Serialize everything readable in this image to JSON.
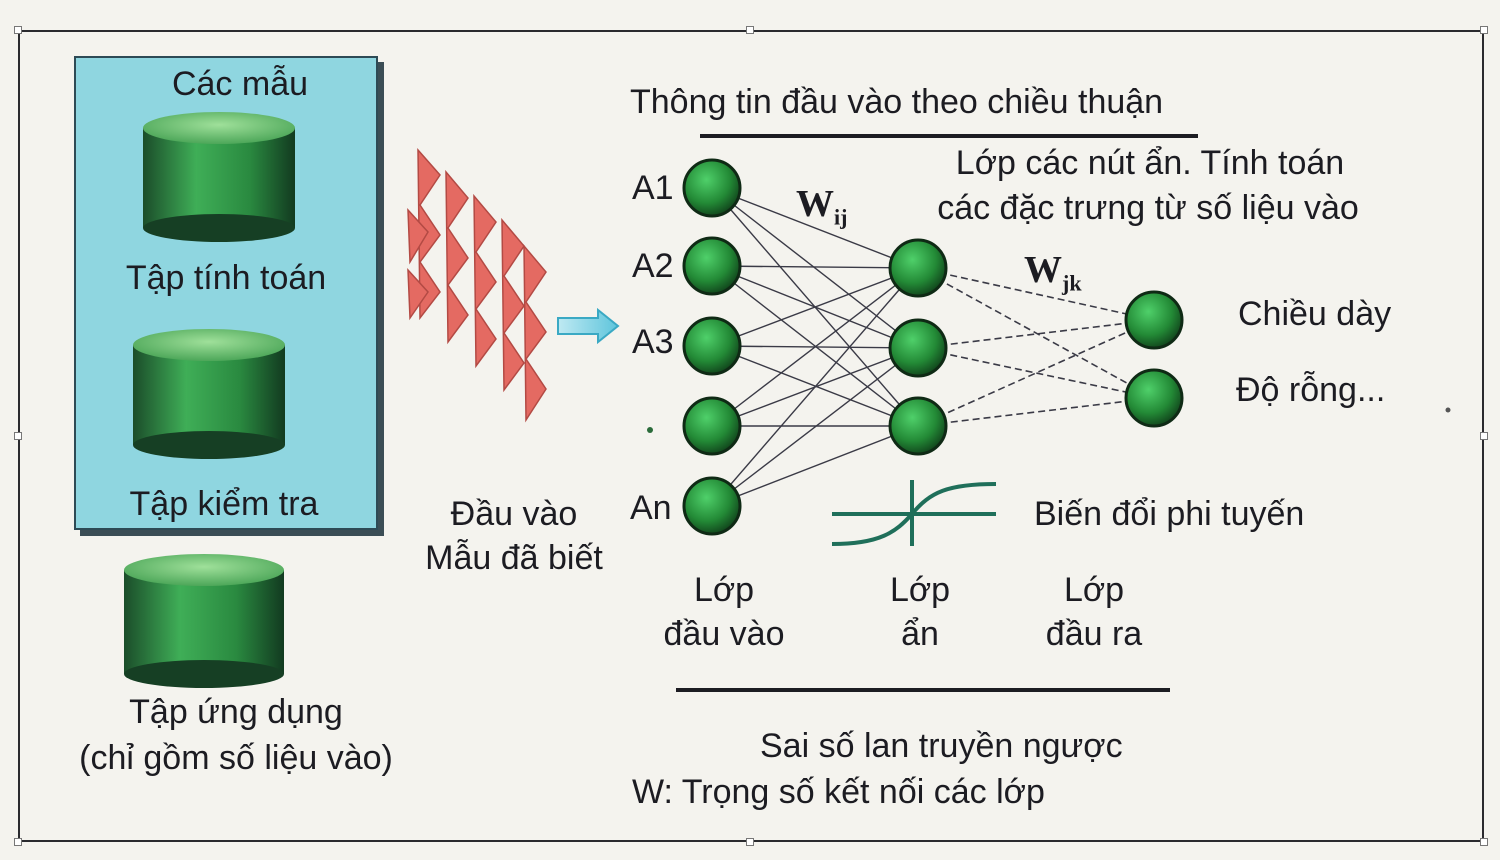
{
  "samples": {
    "title": "Các mẫu",
    "training_set": "Tập tính toán",
    "test_set": "Tập kiểm tra",
    "application_set_line1": "Tập ứng dụng",
    "application_set_line2": "(chỉ gồm số liệu vào)"
  },
  "input_caption": {
    "line1": "Đầu vào",
    "line2": "Mẫu đã biết"
  },
  "forward_label": "Thông tin đầu vào theo chiều thuận",
  "hidden_desc": {
    "line1": "Lớp các nút ẩn. Tính toán",
    "line2": "các đặc trưng từ số liệu vào"
  },
  "input_nodes": [
    "A1",
    "A2",
    "A3",
    "",
    "An"
  ],
  "output_labels": [
    "Chiều dày",
    "Độ rỗng..."
  ],
  "weights": {
    "wij_main": "W",
    "wij_sub": "ij",
    "wjk_main": "W",
    "wjk_sub": "jk"
  },
  "nonlinear_label": "Biến đổi phi tuyến",
  "layers": {
    "input_line1": "Lớp",
    "input_line2": "đầu vào",
    "hidden_line1": "Lớp",
    "hidden_line2": "ẩn",
    "output_line1": "Lớp",
    "output_line2": "đầu ra"
  },
  "backprop_label": "Sai số lan truyền ngược",
  "weight_note": "W: Trọng số kết nối các lớp",
  "colors": {
    "panel": "#8fd6e0",
    "node": "#2e9a3c",
    "cylinder": "#2f9a45",
    "pattern": "#e46a62"
  }
}
